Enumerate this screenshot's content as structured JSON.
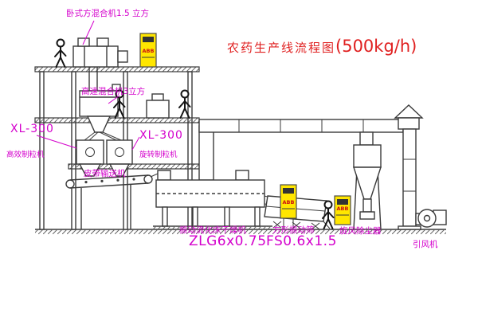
{
  "title": {
    "name": "农药生产线流程图",
    "capacity": "(500kg/h)"
  },
  "labels": {
    "horizontal_mixer": "卧式方混合机1.5 立方",
    "high_speed_mixer": "高速混合机3立方",
    "granulator_left_model": "XL-300",
    "granulator_left_name": "高效制粒机",
    "granulator_mid_model": "XL-300",
    "granulator_mid_name": "旋转制粒机",
    "belt_conveyor": "皮带输送机",
    "dryer_name": "振动流化床干燥机",
    "dryer_model": "ZLG6x0.75",
    "sieve_name": "方形振动筛",
    "sieve_model": "FS0.6x1.5",
    "cyclone": "旋风除尘器",
    "fan": "引风机",
    "cabinet_brand": "ABB"
  },
  "colors": {
    "label_text": "#d400cc",
    "title_text": "#e02020",
    "cabinet_body": "#ffe600",
    "cabinet_brand_text": "#cc1111",
    "line": "#3a3a3a"
  }
}
